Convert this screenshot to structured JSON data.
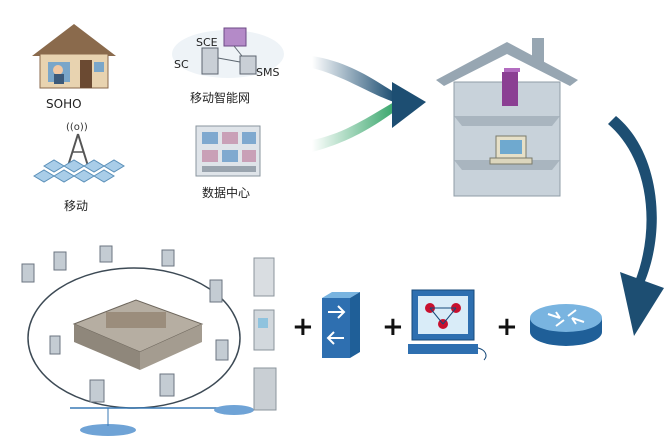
{
  "labels": {
    "soho": "SOHO",
    "mobile": "移动",
    "mobile_smart_network": "移动智能网",
    "data_center": "数据中心",
    "sce": "SCE",
    "sc": "SC",
    "sms": "SMS"
  },
  "plus_sign": "+",
  "colors": {
    "arrow_dark": "#1d4e72",
    "arrow_green": "#3aa76d",
    "house_body": "#bcc7cf",
    "house_roof": "#97a6b2",
    "device_blue": "#2e6fb0",
    "device_light": "#d9ecf8"
  },
  "icons": [
    "house-icon",
    "radio-tower-icon",
    "smart-network-icon",
    "data-center-icon",
    "big-house-icon",
    "curved-arrow-icon",
    "network-panorama-icon",
    "server-cabinet-icon",
    "firewall-icon",
    "monitor-icon",
    "router-icon",
    "funnel-arrow-icon"
  ]
}
